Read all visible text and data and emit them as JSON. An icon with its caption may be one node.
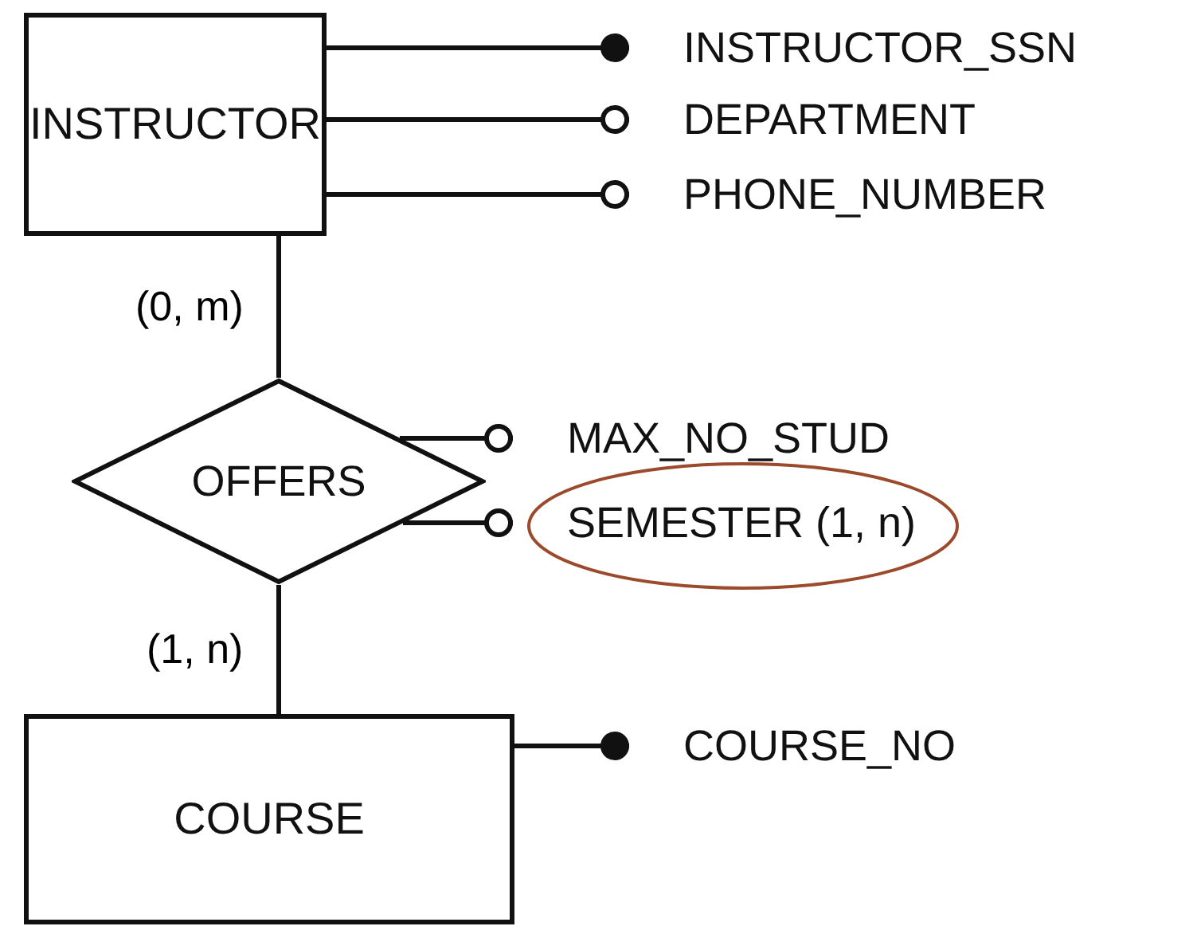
{
  "diagram": {
    "nodes": [
      {
        "text": [
          "INSTRUCTOR"
        ]
      },
      {
        "text": [
          "INSTRUCTOR_SSN"
        ]
      },
      {
        "text": [
          "DEPARTMENT"
        ]
      },
      {
        "text": [
          "PHONE_NUMBER"
        ]
      },
      {
        "text": [
          "OFFERS"
        ]
      },
      {
        "text": [
          "MAX_NO_STUD"
        ]
      },
      {
        "text": [
          "SEMESTER (1, n)"
        ]
      },
      {
        "text": [
          "COURSE"
        ]
      },
      {
        "text": [
          "COURSE_NO"
        ]
      }
    ],
    "edges": [
      {
        "from": 0,
        "to": 1,
        "arrow": "other"
      },
      {
        "from": 0,
        "to": 2,
        "arrow": "other"
      },
      {
        "from": 0,
        "to": 3,
        "arrow": "other"
      },
      {
        "from": 0,
        "to": 4,
        "arrow": "none",
        "label": "(0, m)"
      },
      {
        "from": 4,
        "to": 5,
        "arrow": "other"
      },
      {
        "from": 4,
        "to": 6,
        "arrow": "other"
      },
      {
        "from": 4,
        "to": 7,
        "arrow": "none",
        "label": "(1, n)"
      },
      {
        "from": 7,
        "to": 8,
        "arrow": "other"
      }
    ]
  }
}
